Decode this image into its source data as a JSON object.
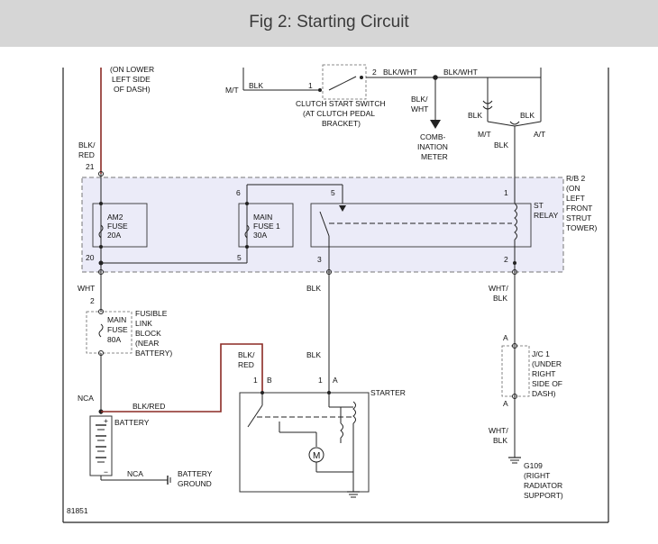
{
  "header": {
    "title": "Fig 2: Starting Circuit"
  },
  "labels": {
    "on_lower_l1": "(ON LOWER",
    "on_lower_l2": "LEFT SIDE",
    "on_lower_l3": "OF DASH)",
    "mt": "M/T",
    "blk_mt": "BLK",
    "pin1_clutch": "1",
    "pin2_clutch": "2",
    "blk_wht_1": "BLK/WHT",
    "blk_wht_2": "BLK/WHT",
    "clutch_l1": "CLUTCH START SWITCH",
    "clutch_l2": "(AT CLUTCH PEDAL",
    "clutch_l3": "BRACKET)",
    "blkwht_down_1": "BLK/",
    "blkwht_down_2": "WHT",
    "combo_1": "COMB-",
    "combo_2": "INATION",
    "combo_3": "METER",
    "blk_left": "BLK",
    "blk_right": "BLK",
    "mt2": "M/T",
    "at": "A/T",
    "blk_down": "BLK",
    "blkred_top_1": "BLK/",
    "blkred_top_2": "RED",
    "pin21": "21",
    "rb2_l1": "R/B 2",
    "rb2_l2": "(ON",
    "rb2_l3": "LEFT",
    "rb2_l4": "FRONT",
    "rb2_l5": "STRUT",
    "rb2_l6": "TOWER)",
    "pin6": "6",
    "pin5_top": "5",
    "pin1_relay": "1",
    "am2_1": "AM2",
    "am2_2": "FUSE",
    "am2_3": "20A",
    "main1_1": "MAIN",
    "main1_2": "FUSE 1",
    "main1_3": "30A",
    "st_relay_1": "ST",
    "st_relay_2": "RELAY",
    "pin20": "20",
    "pin5_bot": "5",
    "pin3": "3",
    "pin2_relay": "2",
    "wht": "WHT",
    "pin2_fl": "2",
    "blk_mid": "BLK",
    "whtblk_1": "WHT/",
    "whtblk_2": "BLK",
    "fl_main_1": "MAIN",
    "fl_main_2": "FUSE",
    "fl_main_3": "80A",
    "fl_1": "FUSIBLE",
    "fl_2": "LINK",
    "fl_3": "BLOCK",
    "fl_4": "(NEAR",
    "fl_5": "BATTERY)",
    "pinA_top": "A",
    "jc_1": "J/C 1",
    "jc_2": "(UNDER",
    "jc_3": "RIGHT",
    "jc_4": "SIDE OF",
    "jc_5": "DASH)",
    "pinA_bot": "A",
    "blkred_st_1": "BLK/",
    "blkred_st_2": "RED",
    "blk_st": "BLK",
    "st_pin1": "1",
    "st_B": "B",
    "st_pin1b": "1",
    "st_A": "A",
    "starter": "STARTER",
    "nca_top": "NCA",
    "blk_red_bat": "BLK/RED",
    "battery": "BATTERY",
    "plus": "+",
    "minus": "−",
    "nca_bot": "NCA",
    "bg_1": "BATTERY",
    "bg_2": "GROUND",
    "whtblk2_1": "WHT/",
    "whtblk2_2": "BLK",
    "g109_1": "G109",
    "g109_2": "(RIGHT",
    "g109_3": "RADIATOR",
    "g109_4": "SUPPORT)",
    "motor": "M",
    "fig_num": "81851"
  },
  "colors": {
    "wire_red": "#8b2a24",
    "block_fill": "#ebebf8",
    "header_bg": "#d6d6d6"
  }
}
